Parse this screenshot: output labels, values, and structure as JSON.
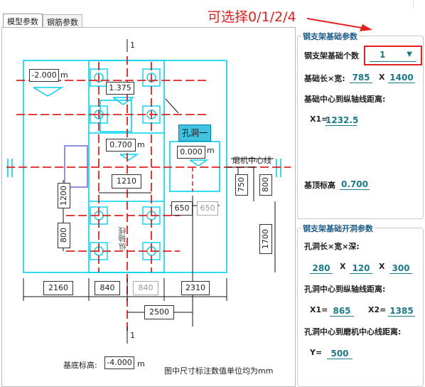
{
  "tabs": [
    "模型参数",
    "钢筋参数"
  ],
  "annotation": "可选择0/1/2/4",
  "drawing": {
    "axis_top_label": "1",
    "axis_bottom_label": "1",
    "elev_left": "-2.000",
    "elev_unit": "m",
    "elev_top_inner": "1.375",
    "elev_mid": "0.700",
    "elev_right": "0.000",
    "hole_callout": "孔洞一",
    "mill_center_label": "磨机中心线",
    "longitudinal_axis_label": "纵轴线",
    "dims": {
      "d1200": "1200",
      "d1210": "1210",
      "d750": "750",
      "d800_right": "800",
      "d650": "650",
      "d650_gray": "650",
      "d800_left": "800",
      "d1700": "1700",
      "d2160": "2160",
      "d840": "840",
      "d840_gray": "840",
      "d2310": "2310",
      "d2500": "2500"
    },
    "base_elev_label": "基底标高:",
    "base_elev_value": "-4.000",
    "base_elev_unit": "m",
    "units_note": "图中尺寸标注数值单位均为mm"
  },
  "panel1": {
    "title": "钢支架基础参数",
    "count_label": "钢支架基础个数",
    "count_value": "1",
    "size_label": "基础长×宽:",
    "length": "785",
    "times": "X",
    "width": "1400",
    "center_dist_label": "基础中心到纵轴线距离:",
    "x1_label": "X1=",
    "x1_value": "1232.5",
    "top_elev_label": "基顶标高",
    "top_elev_value": "0.700"
  },
  "panel2": {
    "title": "钢支架基础开洞参数",
    "hole_size_label": "孔洞长×宽×深:",
    "hole_l": "280",
    "times1": "X",
    "hole_w": "120",
    "times2": "X",
    "hole_d": "300",
    "hole_center_label": "孔洞中心到纵轴线距离:",
    "x1_label": "X1=",
    "x1_value": "865",
    "x2_label": "X2=",
    "x2_value": "1385",
    "hole_mill_label": "孔洞中心到磨机中心线距离:",
    "y_label": "Y=",
    "y_value": "500"
  },
  "colors": {
    "cyan": "#00d4ee",
    "red": "#e32121",
    "blue": "#6b6bd6",
    "teal_text": "#1b7a86",
    "group_title": "#1c5d8a"
  }
}
